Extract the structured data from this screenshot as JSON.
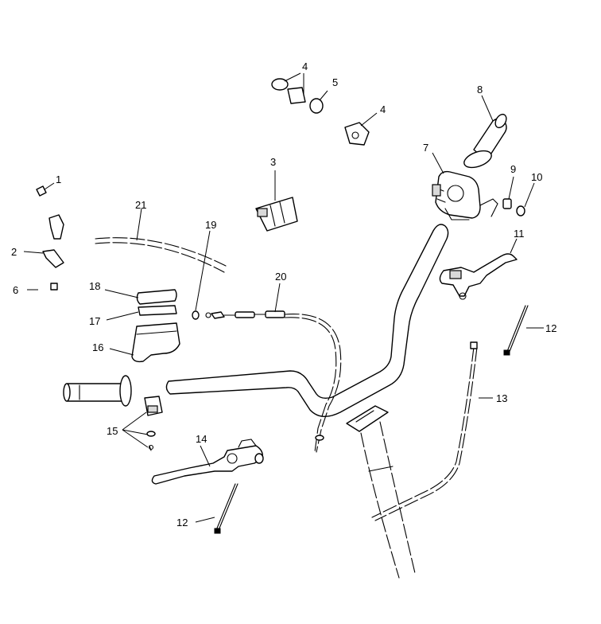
{
  "callouts": {
    "c1": "1",
    "c2": "2",
    "c3": "3",
    "c4a": "4",
    "c4b": "4",
    "c5": "5",
    "c6": "6",
    "c7": "7",
    "c8": "8",
    "c9": "9",
    "c10": "10",
    "c11": "11",
    "c12a": "12",
    "c12b": "12",
    "c13": "13",
    "c14": "14",
    "c15": "15",
    "c16": "16",
    "c17": "17",
    "c18": "18",
    "c19": "19",
    "c20": "20",
    "c21": "21"
  }
}
